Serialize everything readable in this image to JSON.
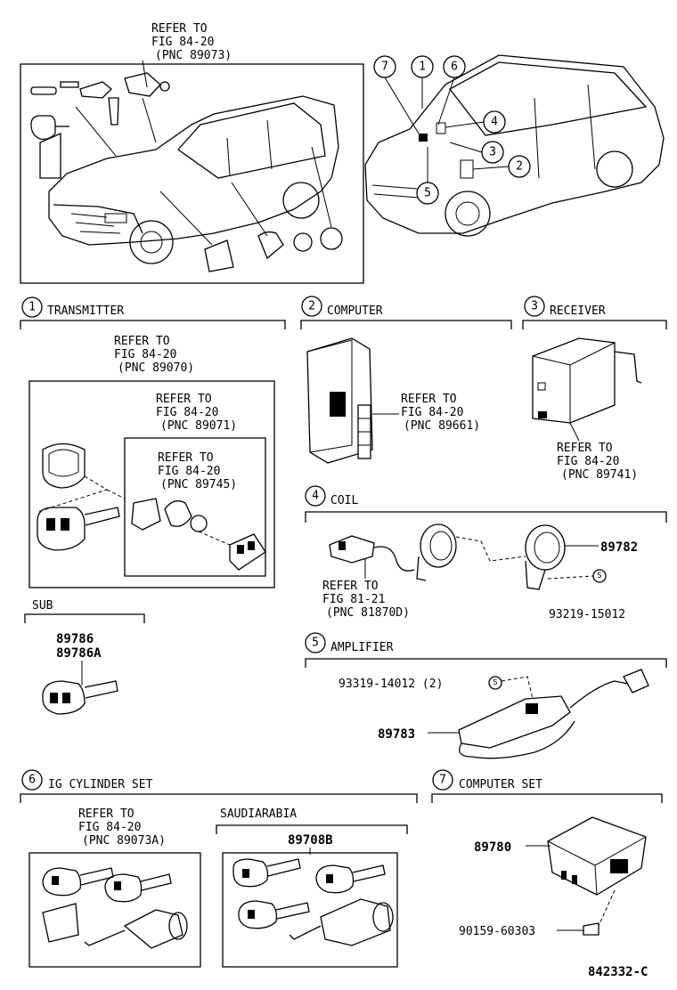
{
  "top": {
    "refer_left": [
      "REFER TO",
      "FIG 84-20",
      "(PNC 89073)"
    ],
    "callouts": [
      "7",
      "1",
      "6",
      "4",
      "3",
      "2",
      "5"
    ]
  },
  "sections": {
    "transmitter": {
      "num": "1",
      "title": "TRANSMITTER",
      "refer_a": [
        "REFER TO",
        "FIG 84-20",
        "(PNC 89070)"
      ],
      "refer_b": [
        "REFER TO",
        "FIG 84-20",
        "(PNC 89071)"
      ],
      "refer_c": [
        "REFER TO",
        "FIG 84-20",
        "(PNC 89745)"
      ]
    },
    "computer": {
      "num": "2",
      "title": "COMPUTER",
      "refer": [
        "REFER TO",
        "FIG 84-20",
        "(PNC 89661)"
      ]
    },
    "receiver": {
      "num": "3",
      "title": "RECEIVER",
      "refer": [
        "REFER TO",
        "FIG 84-20",
        "(PNC 89741)"
      ]
    },
    "coil": {
      "num": "4",
      "title": "COIL",
      "refer": [
        "REFER TO",
        "FIG 81-21",
        "(PNC 81870D)"
      ],
      "part": "89782",
      "s_symbol": "S",
      "bolt": "93219-15012"
    },
    "sub": {
      "title": "SUB",
      "parts": [
        "89786",
        "89786A"
      ]
    },
    "amplifier": {
      "num": "5",
      "title": "AMPLIFIER",
      "bolt": "93319-14012 (2)",
      "s_symbol": "S",
      "part": "89783"
    },
    "ig_cylinder": {
      "num": "6",
      "title": "IG CYLINDER SET",
      "refer": [
        "REFER TO",
        "FIG 84-20",
        "(PNC 89073A)"
      ],
      "sub_title": "SAUDIARABIA",
      "sub_part": "89708B"
    },
    "computer_set": {
      "num": "7",
      "title": "COMPUTER SET",
      "part": "89780",
      "screw": "90159-60303"
    }
  },
  "figure_id": "842332-C"
}
